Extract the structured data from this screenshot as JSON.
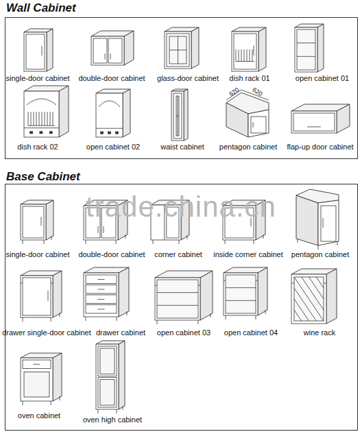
{
  "diagram": {
    "nodes": [
      {
        "text": [
          "Wall Cabinet"
        ]
      },
      {
        "text": [
          "Base Cabinet"
        ]
      }
    ],
    "labels": [
      "single-door cabinet",
      "double-door cabinet",
      "glass-door cabinet",
      "dish rack 01",
      "open cabinet 01",
      "620",
      "620",
      "dish rack 02",
      "open cabinet 02",
      "waist cabinet",
      "pentagon cabinet",
      "flap-up door cabinet",
      "trade.china.cn",
      "single-door cabinet",
      "double-door cabinet",
      "corner cabinet",
      "inside corner cabinet",
      "pentagon cabinet",
      "drawer single-door cabinet",
      "drawer cabinet",
      "open cabinet 03",
      "open cabinet 04",
      "wine rack",
      "oven cabinet",
      "oven high cabinet"
    ]
  }
}
